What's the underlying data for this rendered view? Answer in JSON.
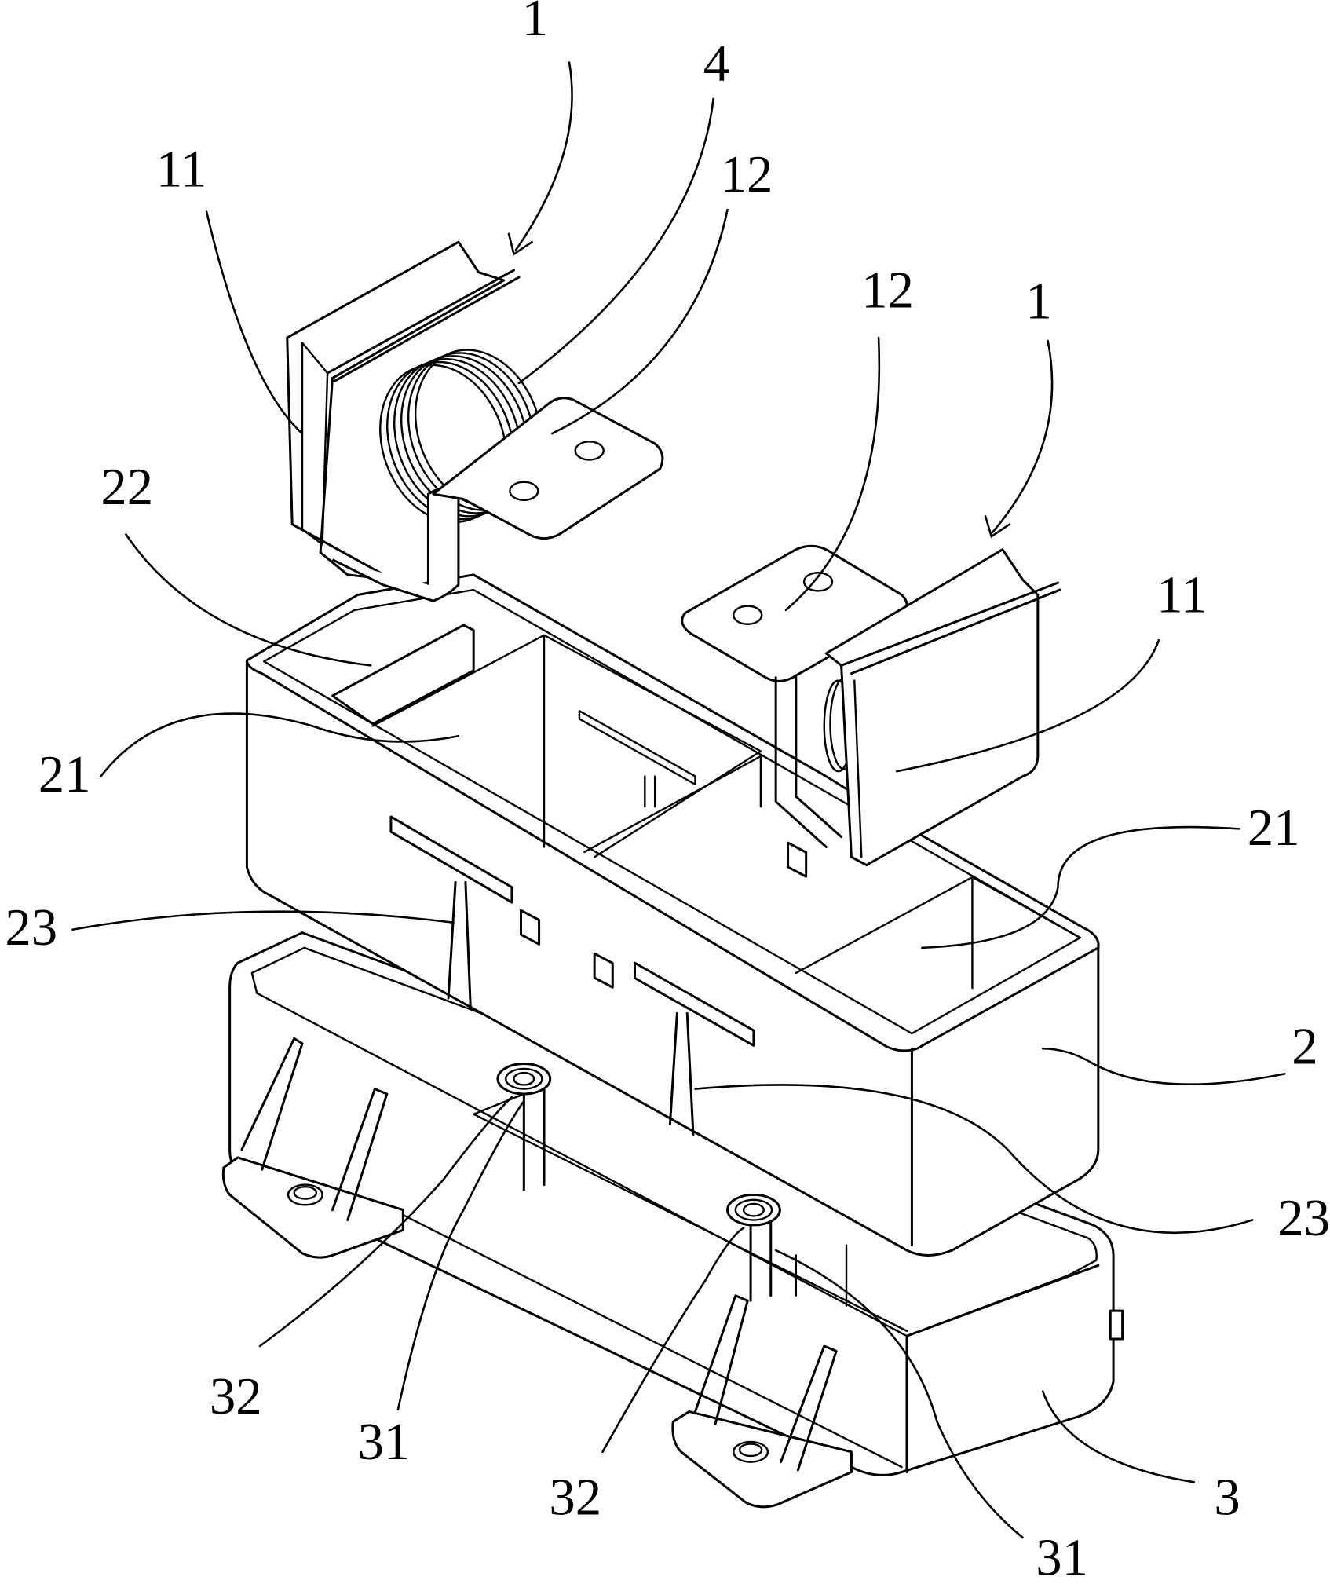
{
  "figure": {
    "labels": {
      "clip_left": "1",
      "clip_right": "1",
      "spring": "4",
      "side_plate_left": "11",
      "side_plate_right": "11",
      "mount_plate_left": "12",
      "mount_plate_right": "12",
      "cavity_left": "21",
      "cavity_right": "21",
      "divider": "22",
      "rib_left": "23",
      "rib_right": "23",
      "housing": "2",
      "base": "3",
      "post_left": "31",
      "post_right": "31",
      "boss_left": "32",
      "boss_right": "32"
    }
  }
}
